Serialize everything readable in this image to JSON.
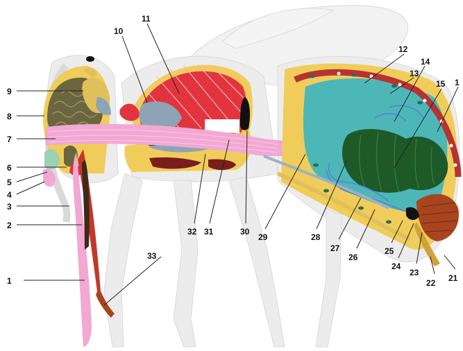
{
  "diagram": {
    "labels": {
      "n1": "1",
      "n2": "2",
      "n3": "3",
      "n4": "4",
      "n5": "5",
      "n6": "6",
      "n7": "7",
      "n8": "8",
      "n9": "9",
      "n10": "10",
      "n11": "11",
      "n12": "12",
      "n13": "13",
      "n14": "14",
      "n15": "15",
      "n16": "1",
      "n21": "21",
      "n22": "22",
      "n23": "23",
      "n24": "24",
      "n25": "25",
      "n26": "26",
      "n27": "27",
      "n28": "28",
      "n29": "29",
      "n30": "30",
      "n31": "31",
      "n32": "32",
      "n33": "33"
    },
    "colors": {
      "outline": "#e6e6e6",
      "cuticle_yellow": "#f0cd5a",
      "muscle_red": "#e2343f",
      "gut_pink": "#f2a8d3",
      "crop_pink": "#f5b6da",
      "brain_olive": "#6b6640",
      "nerve_gray": "#9db1c4",
      "midgut_green": "#1d5a28",
      "hemolymph_teal": "#4db7b8",
      "malpighian_blue": "#5a7fd8",
      "heart_red": "#b83232",
      "ganglion_dark": "#7a1d1d",
      "sting_brown": "#a8451f"
    }
  }
}
